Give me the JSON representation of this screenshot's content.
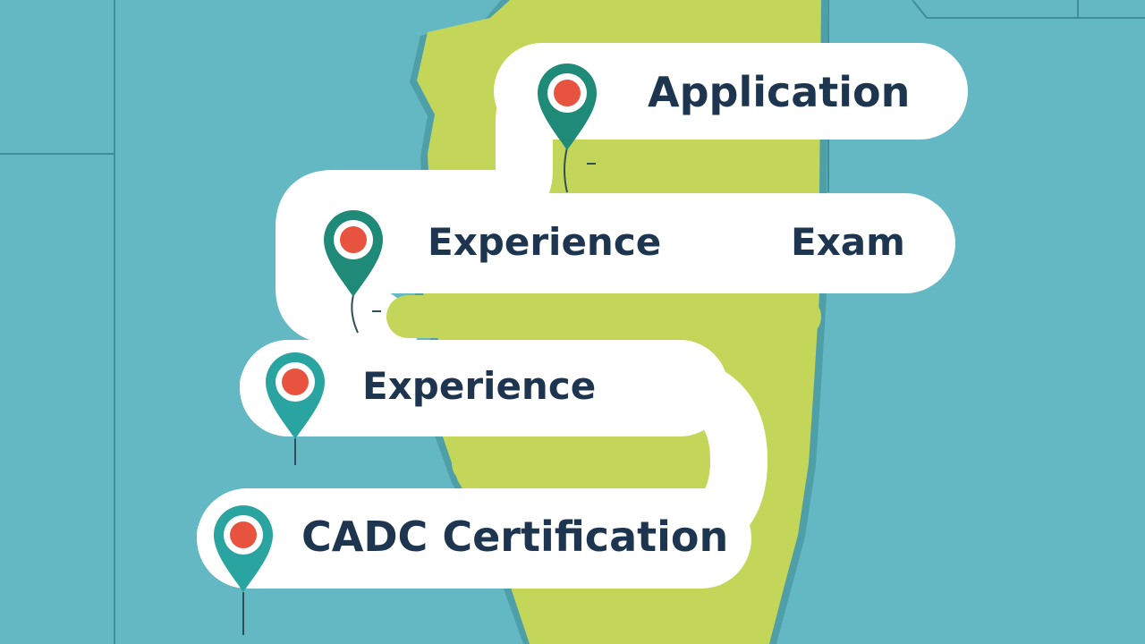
{
  "steps": {
    "application": "Application",
    "experience_1": "Experience",
    "exam": "Exam",
    "experience_2": "Experience",
    "cadc_certification": "CADC Certification"
  },
  "colors": {
    "water": "#63b8c4",
    "state_land": "#c4d65a",
    "card": "#ffffff",
    "text": "#1e3550",
    "pin_dark": "#1f8a78",
    "pin_light": "#2aa4a0",
    "pin_center": "#e8533f"
  },
  "icons": [
    "map-pin-icon"
  ]
}
